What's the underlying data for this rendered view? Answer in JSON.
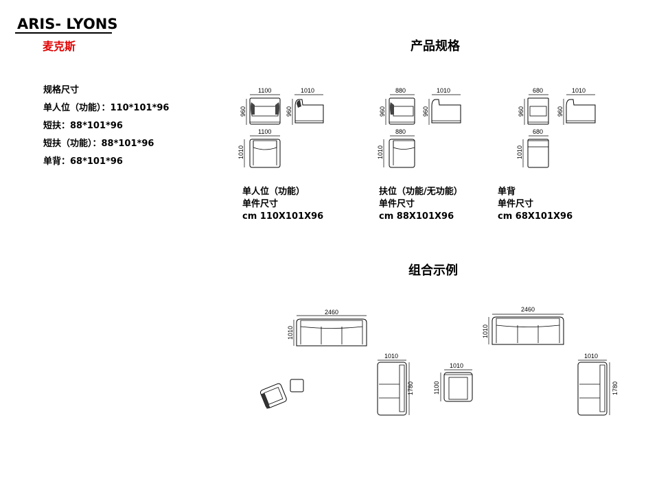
{
  "header": {
    "brand": "ARIS- LYONS",
    "subbrand": "麦克斯"
  },
  "specs": {
    "heading": "规格尺寸",
    "items": [
      "单人位（功能）：110*101*96",
      "短扶：88*101*96",
      "短扶（功能）：88*101*96",
      "单背：68*101*96"
    ]
  },
  "sections": {
    "product_specs": "产品规格",
    "combo_examples": "组合示例"
  },
  "modules": [
    {
      "name": "单人位（功能）",
      "size_label": "单件尺寸",
      "dims": "cm 110X101X96",
      "front_width": "1100",
      "side_depth": "1010",
      "height": "960",
      "top_width": "1100",
      "top_depth": "1010"
    },
    {
      "name": "扶位（功能/无功能）",
      "size_label": "单件尺寸",
      "dims": "cm 88X101X96",
      "front_width": "880",
      "side_depth": "1010",
      "height": "960",
      "top_width": "880",
      "top_depth": "1010"
    },
    {
      "name": "单背",
      "size_label": "单件尺寸",
      "dims": "cm 68X101X96",
      "front_width": "680",
      "side_depth": "1010",
      "height": "960",
      "top_width": "680",
      "top_depth": "1010"
    }
  ],
  "combos": {
    "left_sofa": {
      "width": "2460",
      "depth": "1010"
    },
    "left_chaise": {
      "width": "1010",
      "length": "1780"
    },
    "center_chair": {
      "width": "1010",
      "depth": "1100"
    },
    "right_sofa": {
      "width": "2460",
      "depth": "1010"
    },
    "right_chaise": {
      "width": "1010",
      "length": "1780"
    }
  }
}
